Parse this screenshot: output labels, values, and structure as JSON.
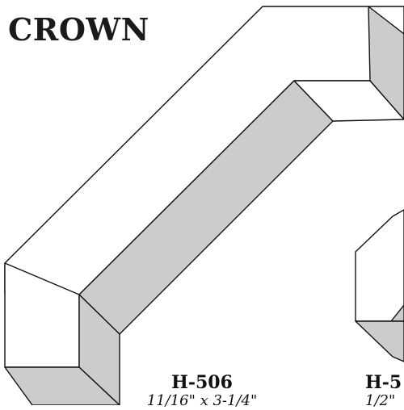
{
  "page": {
    "heading": "CROWN"
  },
  "profiles": [
    {
      "code": "H-506",
      "dims": "11/16\" x 3-1/4\""
    },
    {
      "code": "H-5",
      "dims": "1/2\""
    }
  ],
  "colors": {
    "outline": "#111111",
    "face": "#ffffff",
    "shaded_face": "#cccccc",
    "text": "#1a1a1a"
  }
}
